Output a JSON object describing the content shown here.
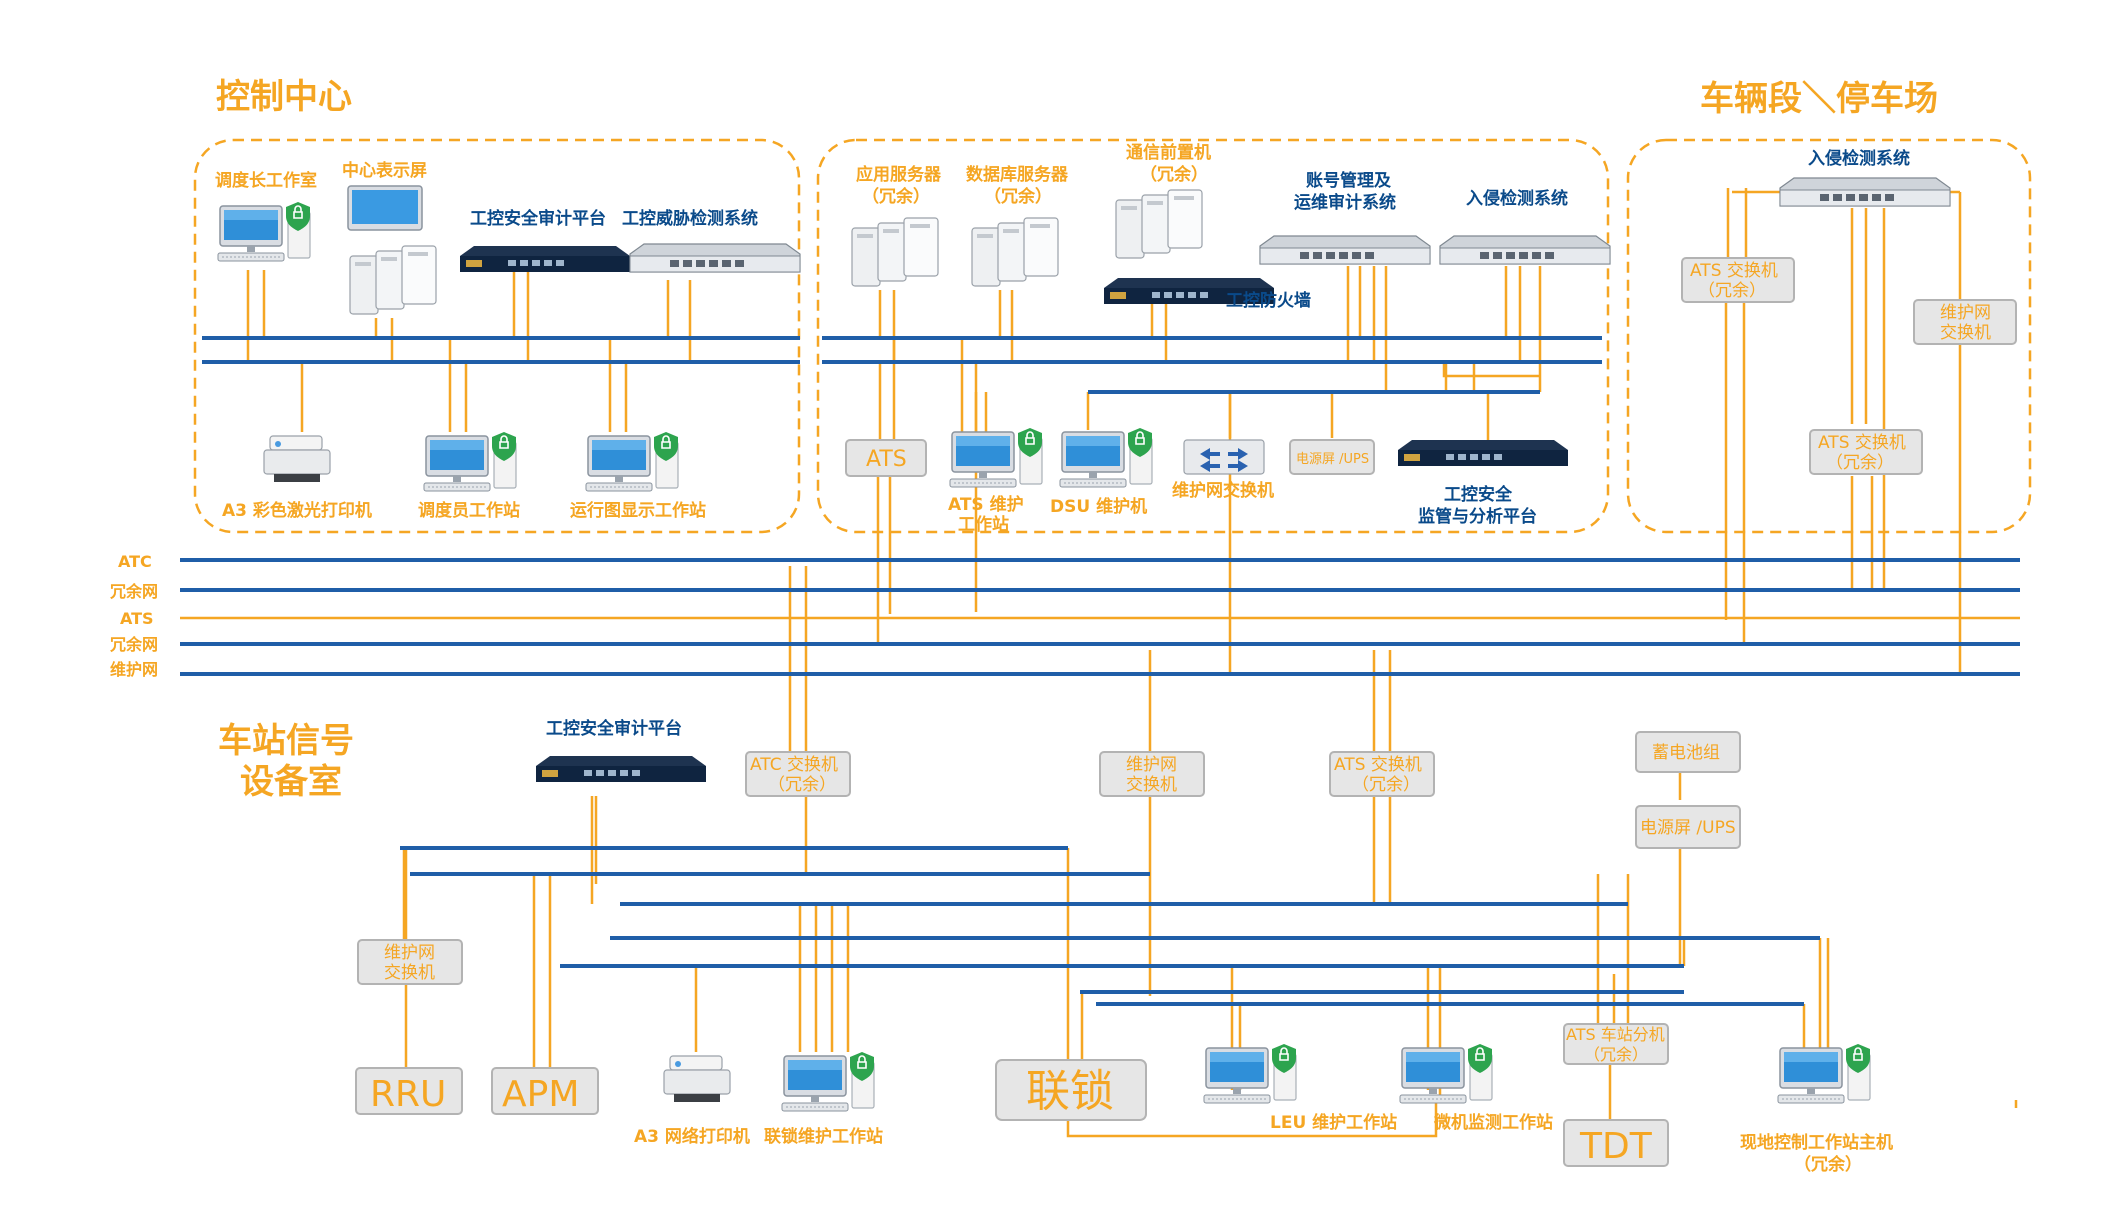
{
  "sections": {
    "control_center": "控制中心",
    "depot": "车辆段＼停车场",
    "station_room_line1": "车站信号",
    "station_room_line2": "设备室"
  },
  "control_center": {
    "dispatcher_chief_room": "调度长工作室",
    "center_display": "中心表示屏",
    "audit_platform": "工控安全审计平台",
    "threat_detection": "工控威胁检测系统",
    "printer": "A3 彩色激光打印机",
    "dispatcher_workstation": "调度员工作站",
    "operation_graph_workstation": "运行图显示工作站"
  },
  "server_zone": {
    "app_server_1": "应用服务器",
    "app_server_2": "（冗余）",
    "db_server_1": "数据库服务器",
    "db_server_2": "（冗余）",
    "comm_frontend_1": "通信前置机",
    "comm_frontend_2": "（冗余）",
    "firewall": "工控防火墙",
    "account_mgmt_1": "账号管理及",
    "account_mgmt_2": "运维审计系统",
    "intrusion_detection": "入侵检测系统",
    "ats_box": "ATS",
    "ats_maint_1": "ATS 维护",
    "ats_maint_2": "工作站",
    "dsu_maint": "DSU 维护机",
    "maint_switch": "维护网交换机",
    "power_ups": "电源屏 /UPS",
    "supervision_1": "工控安全",
    "supervision_2": "监管与分析平台"
  },
  "depot": {
    "intrusion_detection": "入侵检测系统",
    "ats_switch_1": "ATS 交换机",
    "ats_switch_2": "（冗余）",
    "maint_switch_1": "维护网",
    "maint_switch_2": "交换机",
    "ats_switch_b_1": "ATS 交换机",
    "ats_switch_b_2": "（冗余）"
  },
  "buses": {
    "atc": "ATC",
    "redundant_a": "冗余网",
    "ats": "ATS",
    "redundant_b": "冗余网",
    "maintenance": "维护网"
  },
  "station": {
    "audit_platform": "工控安全审计平台",
    "atc_switch_1": "ATC 交换机",
    "atc_switch_2": "（冗余）",
    "maint_switch_1": "维护网",
    "maint_switch_2": "交换机",
    "ats_switch_1": "ATS 交换机",
    "ats_switch_2": "（冗余）",
    "battery": "蓄电池组",
    "power_ups": "电源屏 /UPS",
    "maint_switch_left_1": "维护网",
    "maint_switch_left_2": "交换机",
    "rru": "RRU",
    "apm": "APM",
    "a3_printer": "A3 网络打印机",
    "interlock_maint": "联锁维护工作站",
    "interlock": "联锁",
    "leu_maint": "LEU 维护工作站",
    "micro_monitor": "微机监测工作站",
    "ats_station_1": "ATS 车站分机",
    "ats_station_2": "（冗余）",
    "tdt": "TDT",
    "local_control_1": "现地控制工作站主机",
    "local_control_2": "（冗余）"
  },
  "colors": {
    "orange": "#f5a623",
    "blue": "#1f5ea8",
    "label_blue": "#0a4a8a",
    "box_fill": "#e6e6e6"
  },
  "icons": [
    "workstation-icon",
    "shield-icon",
    "server-icon",
    "rack-device-icon",
    "printer-icon",
    "switch-icon"
  ]
}
